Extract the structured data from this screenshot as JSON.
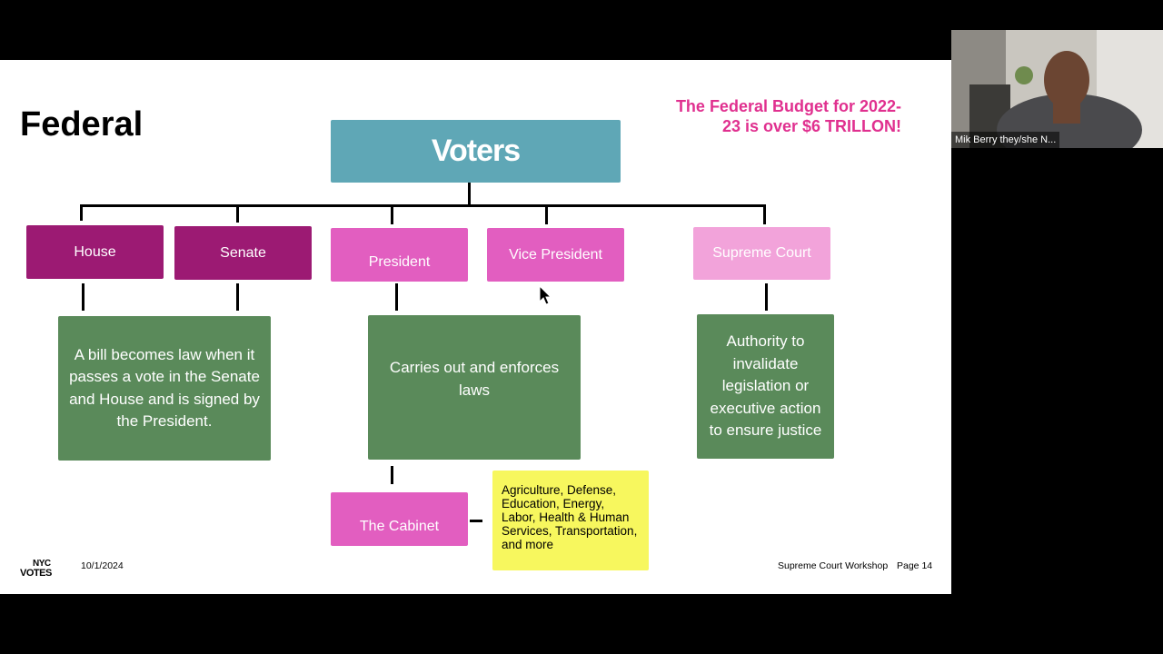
{
  "slide": {
    "title": "Federal",
    "budget_note": "The Federal Budget for 2022-23 is over $6 TRILLON!",
    "top_node": "Voters",
    "branches": [
      {
        "label": "House",
        "color": "#9c1a73"
      },
      {
        "label": "Senate",
        "color": "#9c1a73"
      },
      {
        "label": "President",
        "color": "#e25ec0"
      },
      {
        "label": "Vice President",
        "color": "#e25ec0"
      },
      {
        "label": "Supreme Court",
        "color": "#f2a3da"
      }
    ],
    "descriptions": {
      "legislative": "A bill becomes law when it passes a vote in the Senate and House and is signed by the President.",
      "executive": "Carries out and enforces laws",
      "judicial": "Authority to invalidate legislation or executive action to ensure justice"
    },
    "cabinet": "The Cabinet",
    "cabinet_departments": "Agriculture, Defense, Education, Energy, Labor, Health & Human Services, Transportation, and more",
    "footer": {
      "logo": "NYC VOTES",
      "date": "10/1/2024",
      "workshop": "Supreme Court Workshop",
      "page": "Page 14"
    }
  },
  "participant": {
    "name": "Mik Berry they/she N..."
  },
  "colors": {
    "budget_text": "#e0308f",
    "voters_bg": "#5fa7b6",
    "green_box": "#5a8a5a",
    "yellow_box": "#f7f75e"
  }
}
